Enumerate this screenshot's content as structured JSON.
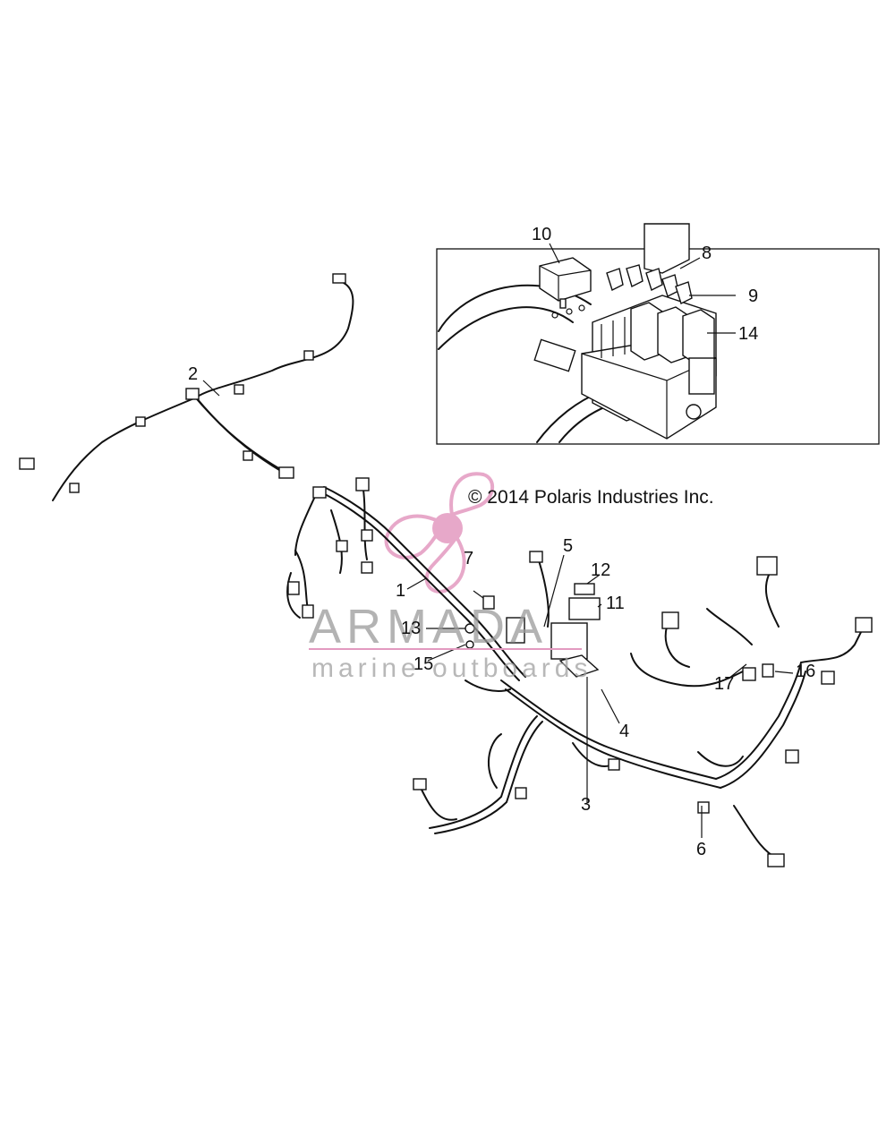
{
  "copyright": "© 2014 Polaris Industries Inc.",
  "watermark": {
    "brand": "ARMADA",
    "tagline": "marine outboards",
    "logo_color": "#e39ac0",
    "text_color": "#9a9a9a"
  },
  "callouts": {
    "c1": "1",
    "c2": "2",
    "c3": "3",
    "c4": "4",
    "c5": "5",
    "c6": "6",
    "c7": "7",
    "c8": "8",
    "c9": "9",
    "c10": "10",
    "c11": "11",
    "c12": "12",
    "c13": "13",
    "c14": "14",
    "c15": "15",
    "c16": "16",
    "c17": "17"
  }
}
